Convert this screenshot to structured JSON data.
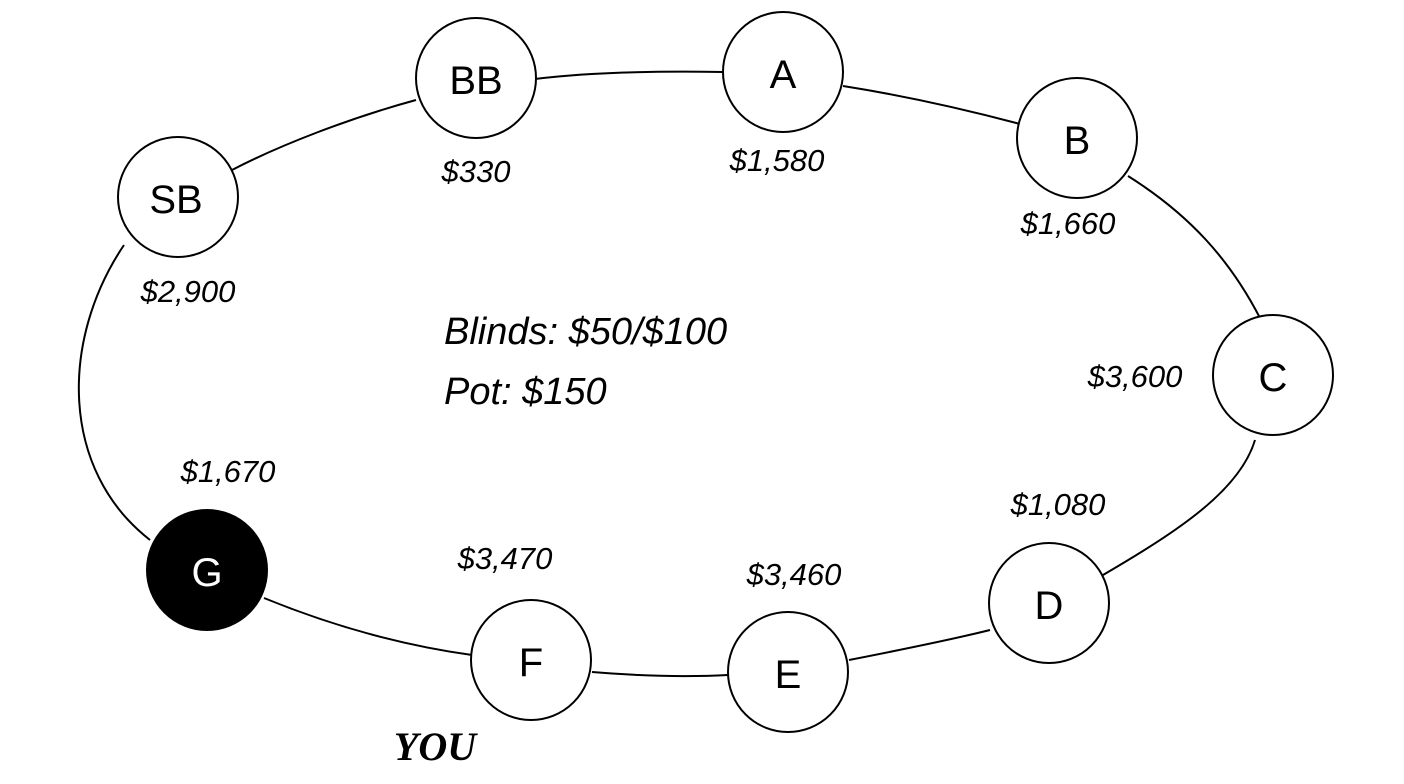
{
  "table": {
    "blinds": "Blinds: $50/$100",
    "pot": "Pot: $150"
  },
  "seats": [
    {
      "id": "SB",
      "stack": "$2,900"
    },
    {
      "id": "BB",
      "stack": "$330"
    },
    {
      "id": "A",
      "stack": "$1,580"
    },
    {
      "id": "B",
      "stack": "$1,660"
    },
    {
      "id": "C",
      "stack": "$3,600"
    },
    {
      "id": "D",
      "stack": "$1,080"
    },
    {
      "id": "E",
      "stack": "$3,460"
    },
    {
      "id": "F",
      "stack": "$3,470",
      "hero": true
    },
    {
      "id": "G",
      "stack": "$1,670",
      "dealer_highlight": true
    }
  ],
  "hero_label": "YOU",
  "colors": {
    "seat_fill": "#ffffff",
    "highlight_fill": "#000000",
    "stroke": "#000000"
  }
}
